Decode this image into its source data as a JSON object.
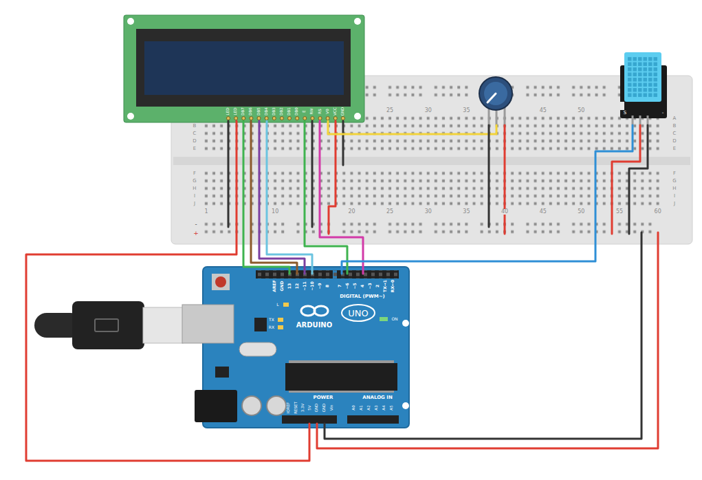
{
  "diagram": {
    "labels": [
      "LED",
      "LED",
      "DB7",
      "DB6",
      "DB5",
      "DB4",
      "DB3",
      "DB2",
      "DB1",
      "DB0",
      "E",
      "RW",
      "RS",
      "V0",
      "VCC",
      "GND",
      "25",
      "30",
      "35",
      "45",
      "50",
      "A",
      "B",
      "C",
      "D",
      "E",
      "F",
      "G",
      "H",
      "I",
      "J",
      "B",
      "C",
      "D",
      "E",
      "F",
      "G",
      "H",
      "I",
      "J",
      "1",
      "10",
      "20",
      "25",
      "30",
      "35",
      "40",
      "45",
      "50",
      "55",
      "60",
      "-",
      "+",
      "AREF",
      "GND",
      "13",
      "12",
      "~11",
      "~10",
      "~9",
      "8",
      "7",
      "~6",
      "~5",
      "4",
      "~3",
      "2",
      "TX→1",
      "RX←0",
      "DIGITAL (PWM~)",
      "L",
      "TX",
      "RX",
      "ARDUINO",
      "UNO",
      "ON",
      "IOREF",
      "RESET",
      "3.3V",
      "5V",
      "GND",
      "GND",
      "Vin",
      "POWER",
      "ANALOG IN",
      "A0",
      "A1",
      "A2",
      "A3",
      "A4",
      "A5",
      "S",
      "-"
    ]
  }
}
